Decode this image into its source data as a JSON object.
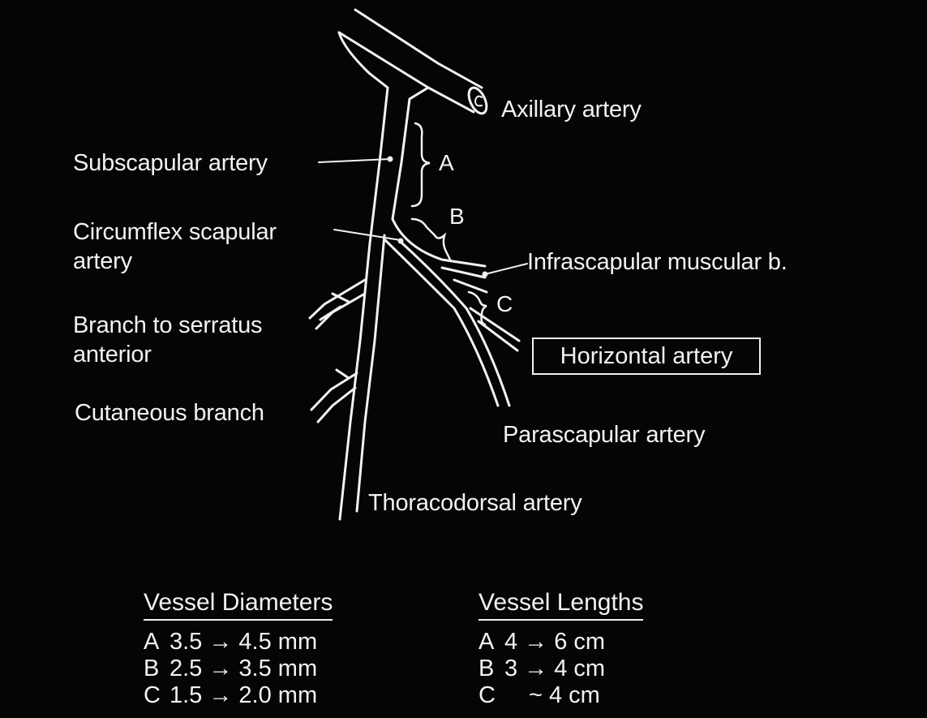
{
  "labels": {
    "axillary": "Axillary artery",
    "subscapular": "Subscapular artery",
    "circumflex_line1": "Circumflex scapular",
    "circumflex_line2": "artery",
    "infrascapular": "Infrascapular muscular b.",
    "serratus_line1": "Branch to serratus",
    "serratus_line2": "anterior",
    "horizontal": "Horizontal artery",
    "cutaneous": "Cutaneous branch",
    "parascapular": "Parascapular artery",
    "thoracodorsal": "Thoracodorsal artery"
  },
  "segment_markers": [
    "A",
    "B",
    "C"
  ],
  "diameters": {
    "heading": "Vessel Diameters",
    "rows": [
      {
        "key": "A",
        "value": "3.5 → 4.5 mm"
      },
      {
        "key": "B",
        "value": "2.5 → 3.5 mm"
      },
      {
        "key": "C",
        "value": "1.5 → 2.0 mm"
      }
    ]
  },
  "lengths": {
    "heading": "Vessel Lengths",
    "rows": [
      {
        "key": "A",
        "value": "4 → 6 cm"
      },
      {
        "key": "B",
        "value": "3 → 4 cm"
      },
      {
        "key": "C",
        "value": "~ 4 cm"
      }
    ]
  },
  "colors": {
    "background": "#050505",
    "ink": "#f2f2f2"
  }
}
